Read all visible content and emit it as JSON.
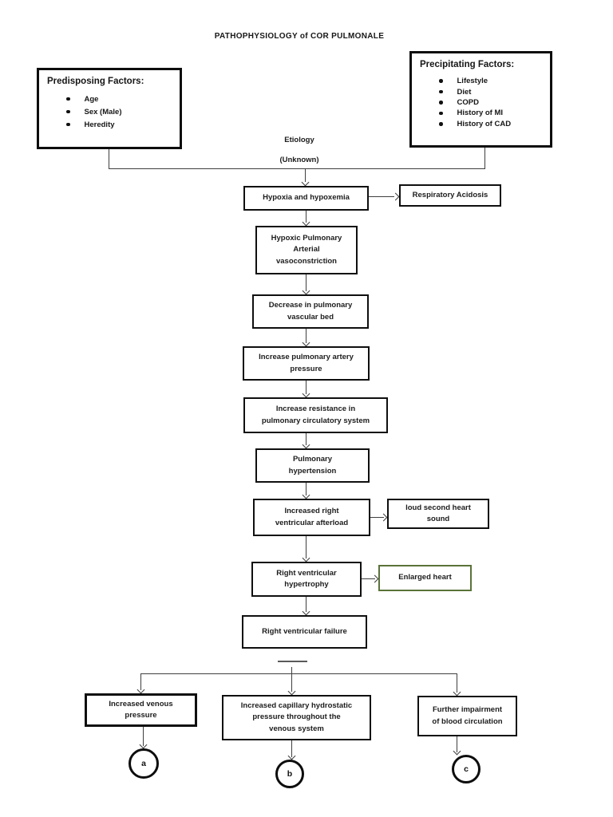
{
  "page": {
    "title": "PATHOPHYSIOLOGY of COR PULMONALE"
  },
  "predisposing": {
    "heading": "Predisposing Factors:",
    "items": [
      "Age",
      "Sex (Male)",
      "Heredity"
    ]
  },
  "precipitating": {
    "heading": "Precipitating Factors:",
    "items": [
      "Lifestyle",
      "Diet",
      "COPD",
      "History of MI",
      "History of CAD"
    ]
  },
  "etiology": {
    "label": "Etiology",
    "sublabel": "(Unknown)"
  },
  "flow": {
    "hypoxia": "Hypoxia and hypoxemia",
    "respiratory_acidosis": "Respiratory Acidosis",
    "hypoxic_vasoconstriction": "Hypoxic Pulmonary\nArterial\nvasoconstriction",
    "decreased_vascular_bed": "Decrease in pulmonary\nvascular bed",
    "increased_pa_pressure": "Increase pulmonary artery\npressure",
    "increased_resistance": "Increase resistance in\npulmonary circulatory system",
    "pulmonary_hypertension": "Pulmonary\nhypertension",
    "increased_rv_afterload": "Increased right\nventricular afterload",
    "loud_second_heart_sound": "loud second heart\nsound",
    "rv_hypertrophy": "Right ventricular\nhypertrophy",
    "enlarged_heart": "Enlarged heart",
    "rv_failure": "Right ventricular failure"
  },
  "outcomes": {
    "increased_venous_pressure": "Increased venous\npressure",
    "capillary_hydrostatic_pressure": "Increased capillary hydrostatic\npressure throughout the\nvenous system",
    "impaired_circulation": "Further impairment\nof blood circulation",
    "circle_a": "a",
    "circle_b": "b",
    "circle_c": "c"
  },
  "colors": {
    "box_border": "#0f0f0f",
    "connector": "#3f3f3f",
    "enlarged_heart_border": "#5a7338"
  }
}
